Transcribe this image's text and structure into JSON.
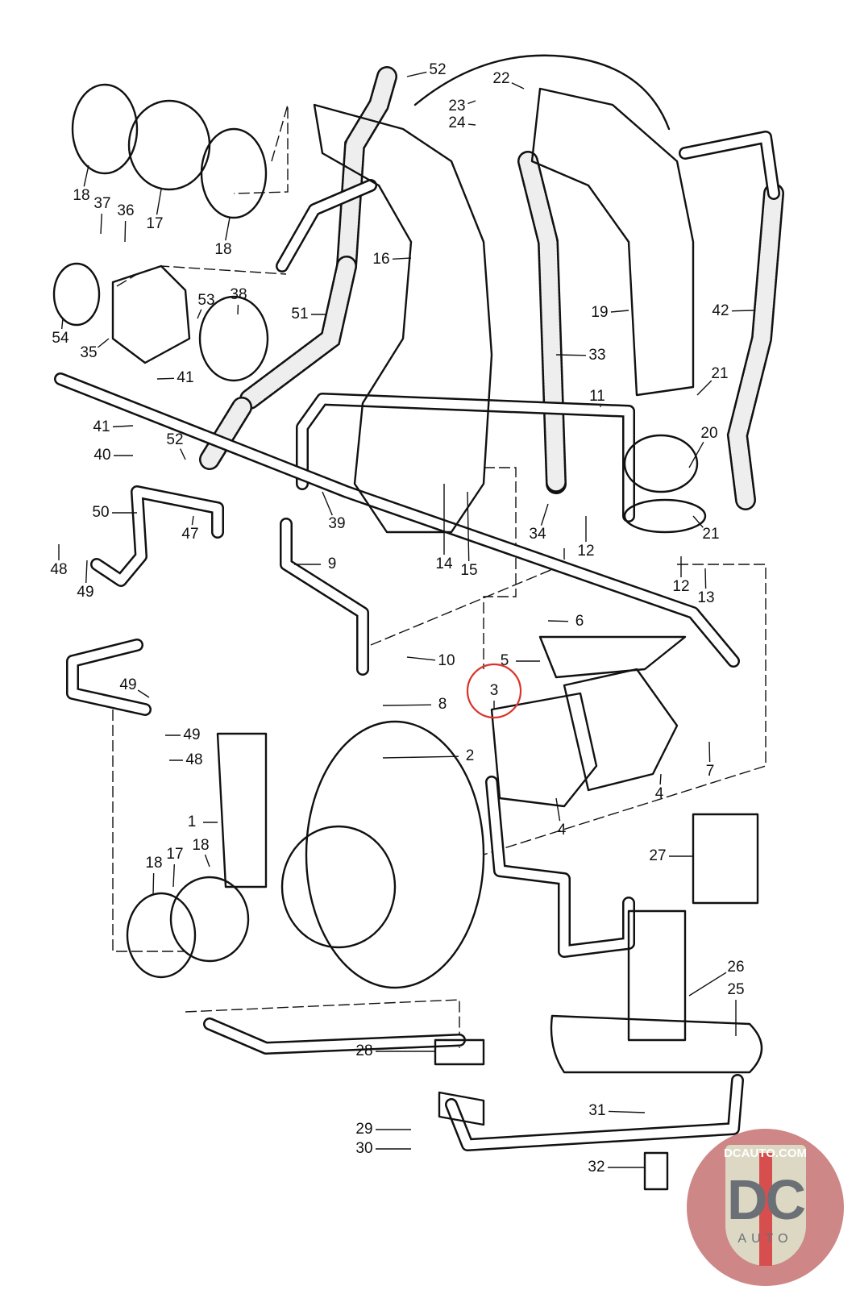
{
  "diagram": {
    "callouts": [
      "52",
      "22",
      "23",
      "24",
      "18",
      "37",
      "36",
      "17",
      "18",
      "16",
      "54",
      "53",
      "38",
      "35",
      "51",
      "19",
      "42",
      "33",
      "11",
      "41",
      "21",
      "41",
      "52",
      "20",
      "40",
      "39",
      "50",
      "47",
      "34",
      "12",
      "21",
      "14",
      "15",
      "48",
      "49",
      "9",
      "12",
      "13",
      "6",
      "10",
      "5",
      "3",
      "8",
      "49",
      "49",
      "2",
      "48",
      "7",
      "4",
      "4",
      "1",
      "27",
      "18",
      "18",
      "17",
      "26",
      "25",
      "28",
      "31",
      "29",
      "30",
      "32"
    ],
    "highlighted_callout": "3",
    "highlight_color": "#d9342b"
  },
  "logo": {
    "text_top": "DCAUTO.COM",
    "text_main": "DC",
    "text_bottom": "AUTO",
    "colors": {
      "circle": "#c97a7a",
      "shield": "#d9d4bd",
      "letters": "#5c6068",
      "stripe": "#d23b3b"
    }
  }
}
